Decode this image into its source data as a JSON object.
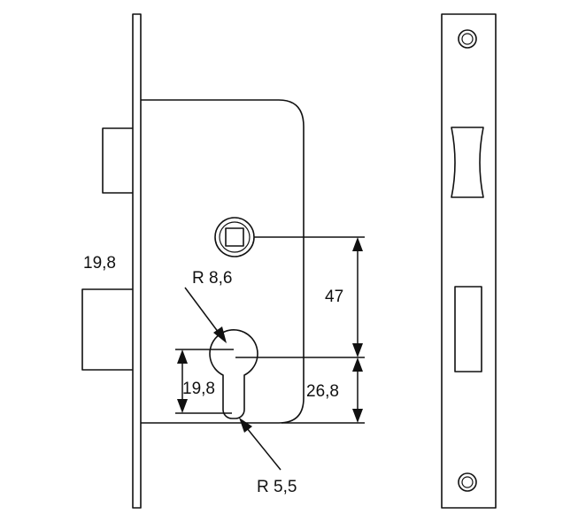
{
  "labels": {
    "backset_bolt": "19,8",
    "radius_top": "R 8,6",
    "vertical_47": "47",
    "cylinder_height": "19,8",
    "vertical_26_8": "26,8",
    "radius_bottom": "R 5,5"
  }
}
